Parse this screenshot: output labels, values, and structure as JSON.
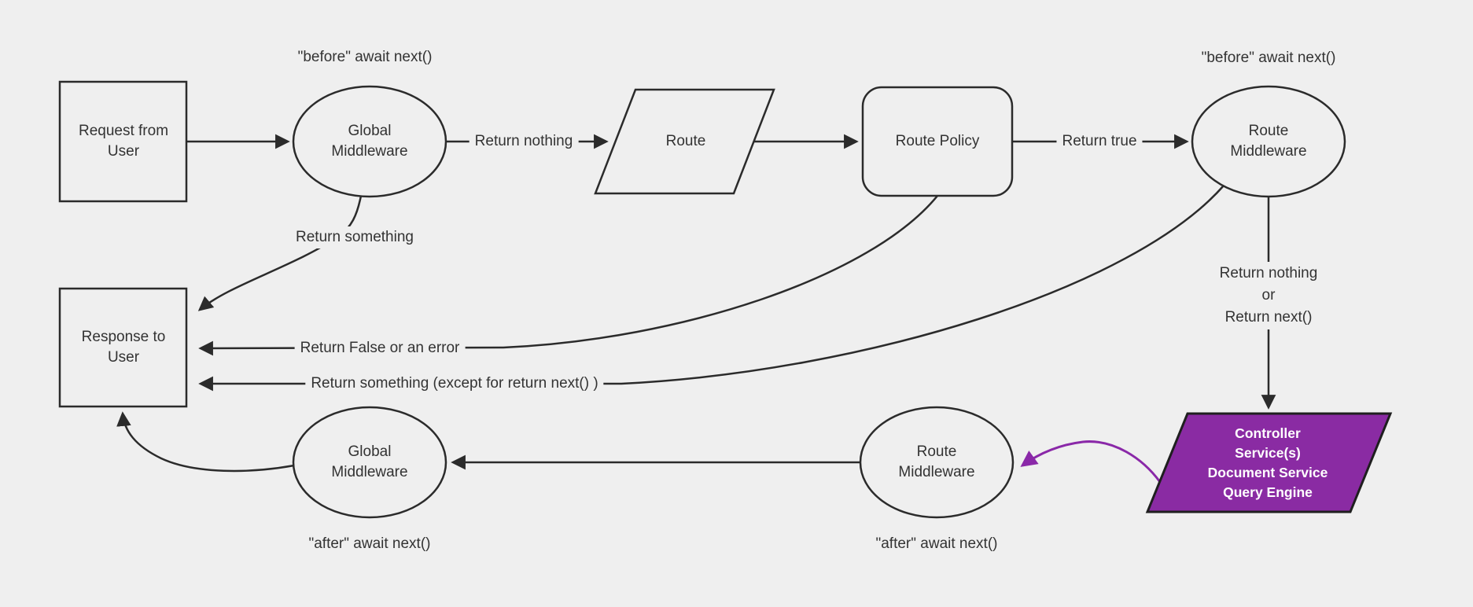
{
  "diagram": {
    "colors": {
      "background": "#efefef",
      "line": "#2b2b2b",
      "text": "#333333",
      "accent_purple_fill": "#8a2ba3",
      "accent_purple_line": "#8a28a8",
      "services_text": "#ffffff"
    },
    "nodes": {
      "request": {
        "label": "Request from\nUser",
        "shape": "rectangle"
      },
      "global_mw_top": {
        "label": "Global\nMiddleware",
        "shape": "ellipse"
      },
      "route": {
        "label": "Route",
        "shape": "parallelogram"
      },
      "route_policy": {
        "label": "Route Policy",
        "shape": "rounded-rectangle"
      },
      "route_mw_top": {
        "label": "Route\nMiddleware",
        "shape": "ellipse"
      },
      "response": {
        "label": "Response to\nUser",
        "shape": "rectangle"
      },
      "global_mw_bottom": {
        "label": "Global\nMiddleware",
        "shape": "ellipse"
      },
      "route_mw_bottom": {
        "label": "Route\nMiddleware",
        "shape": "ellipse"
      },
      "services": {
        "label": "Controller\nService(s)\nDocument Service\nQuery Engine",
        "shape": "parallelogram",
        "fill": "#8a2ba3"
      }
    },
    "edge_labels": {
      "return_nothing": "Return nothing",
      "return_true": "Return true",
      "return_something": "Return something",
      "return_false_or_error": "Return False or an error",
      "return_something_except": "Return something (except for return next() )",
      "return_nothing_or_next": "Return nothing\nor\nReturn next()"
    },
    "annotations": {
      "before_global": "\"before\" await next()",
      "before_route": "\"before\" await next()",
      "after_global": "\"after\" await next()",
      "after_route": "\"after\" await next()"
    }
  }
}
